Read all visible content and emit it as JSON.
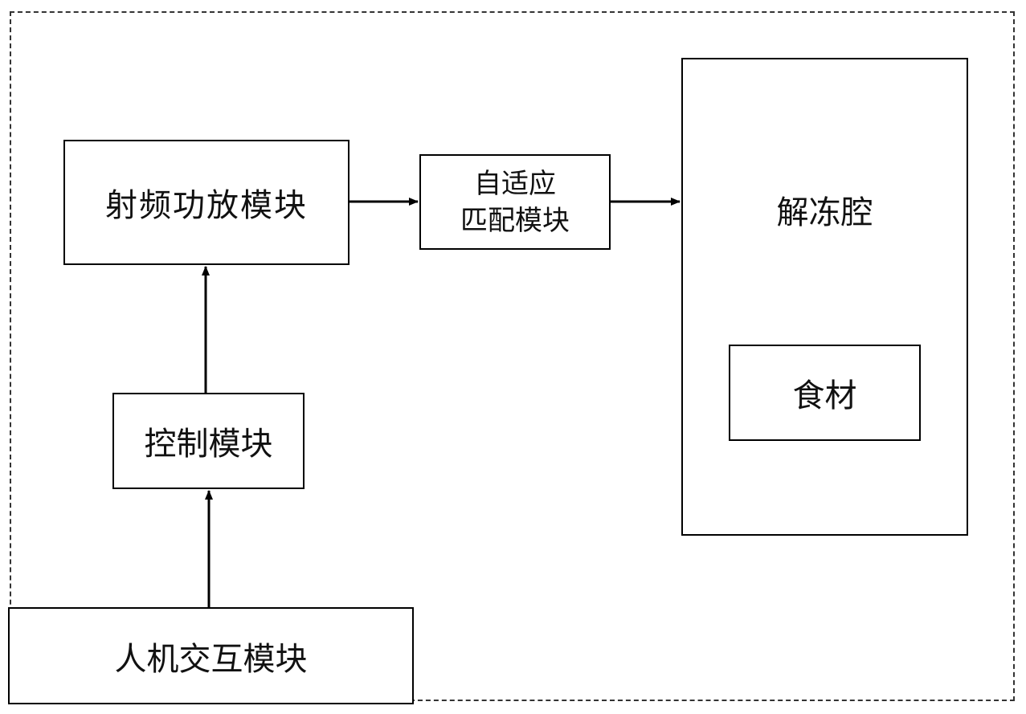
{
  "diagram": {
    "rf_amplifier": "射频功放模块",
    "adaptive_matching": {
      "line1": "自适应",
      "line2": "匹配模块"
    },
    "thawing_cavity": "解冻腔",
    "food": "食材",
    "control": "控制模块",
    "hmi": "人机交互模块"
  },
  "colors": {
    "line": "#000000",
    "frame": "#333333",
    "background": "#ffffff"
  }
}
